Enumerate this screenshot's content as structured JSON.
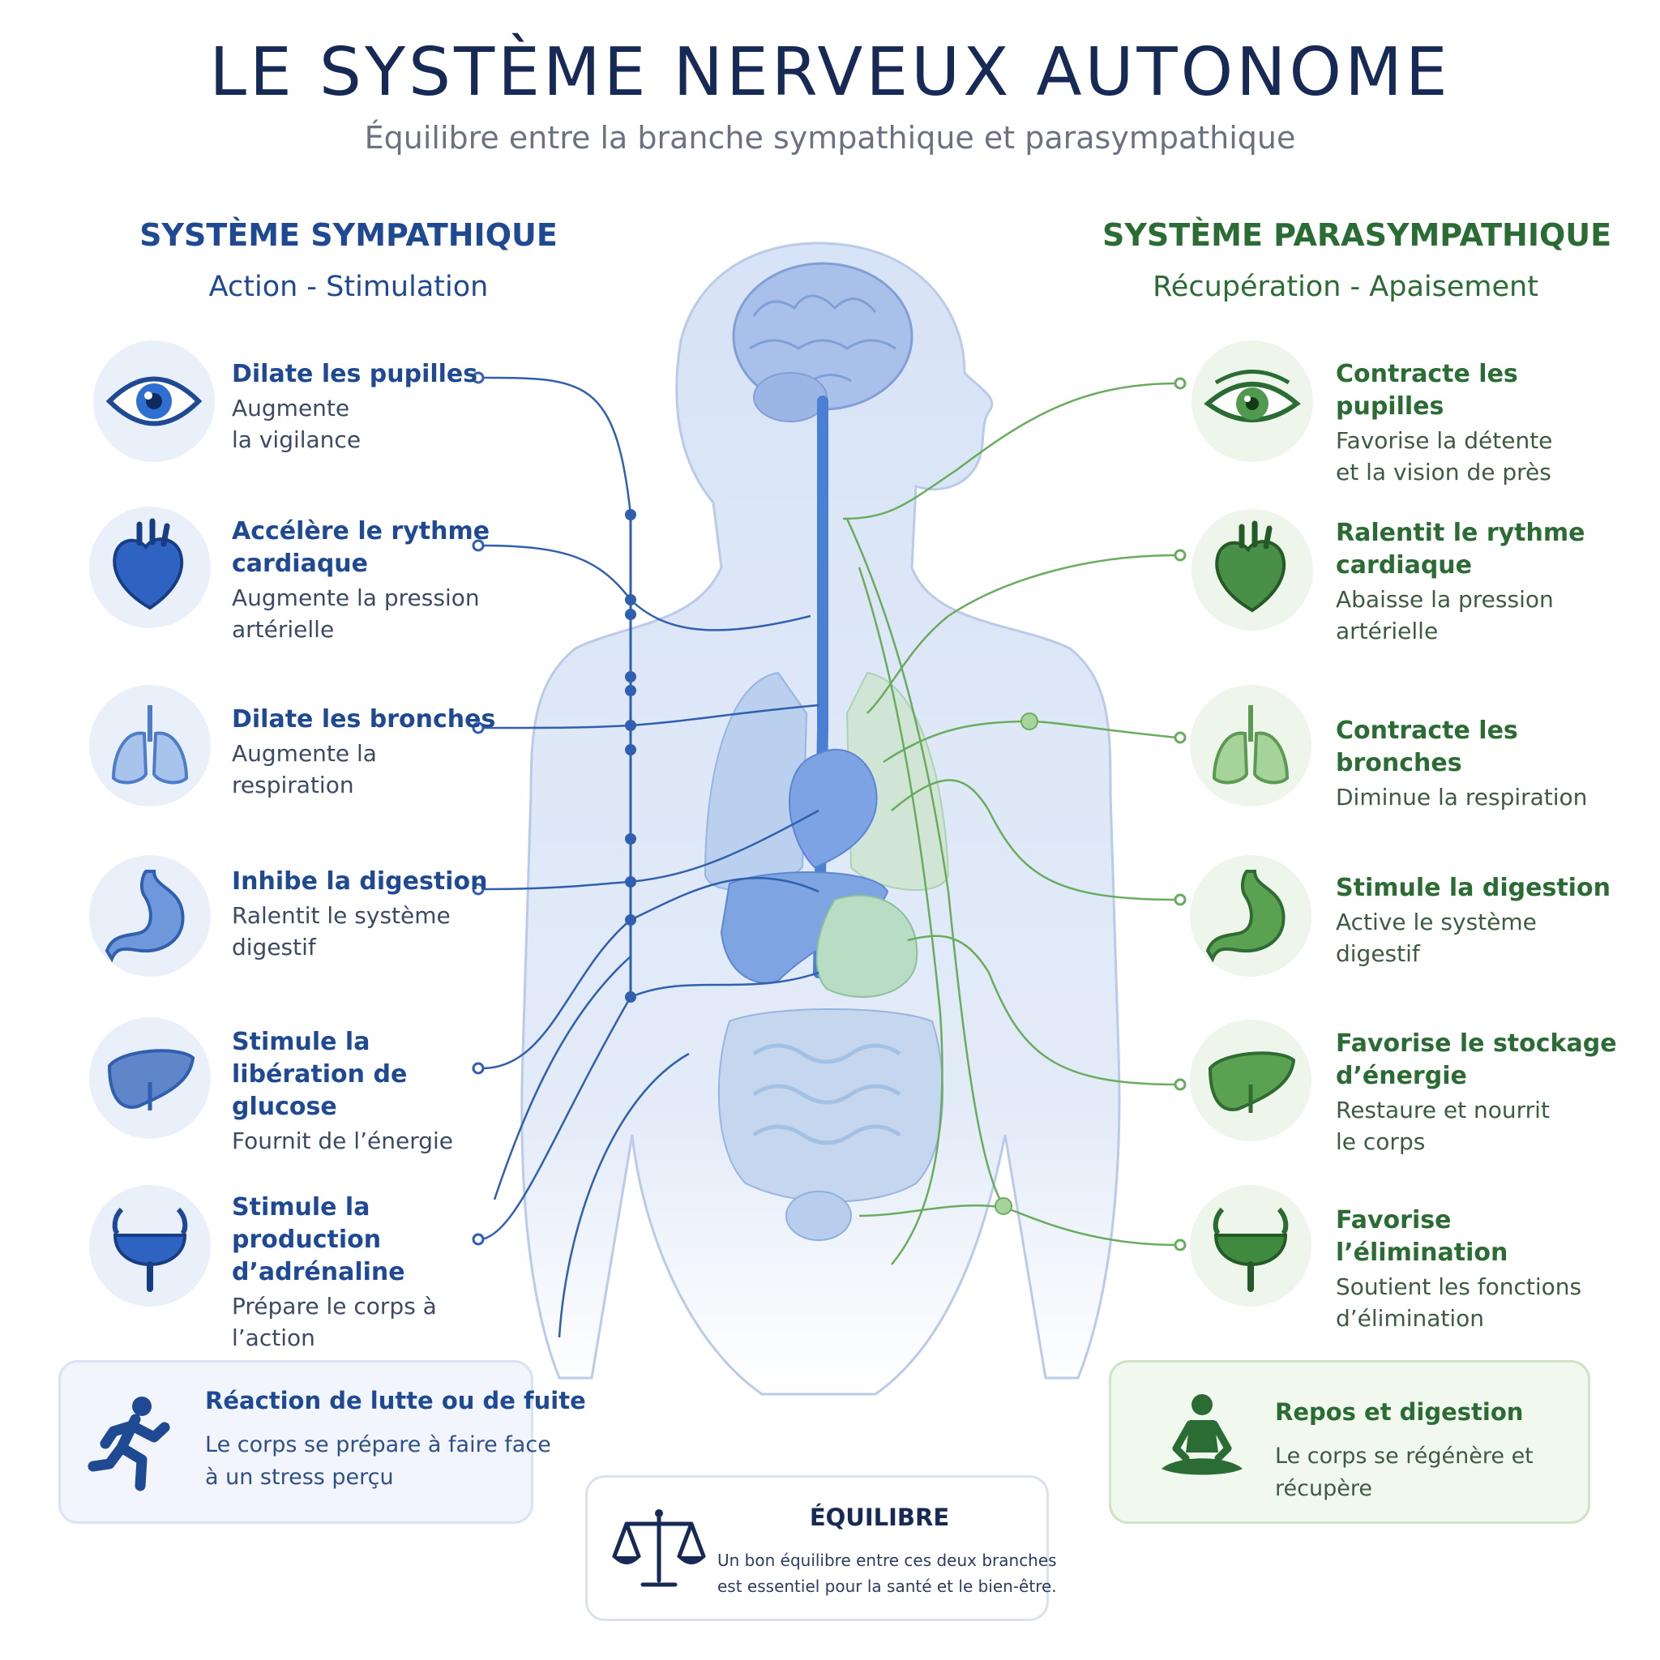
{
  "header": {
    "title": "LE SYSTÈME NERVEUX AUTONOME",
    "subtitle": "Équilibre entre la branche sympathique et parasympathique"
  },
  "sympathetic": {
    "heading": "SYSTÈME SYMPATHIQUE",
    "subheading": "Action - Stimulation",
    "color": "#1f4a93",
    "items": [
      {
        "icon": "eye-icon",
        "title": "Dilate les pupilles",
        "desc": [
          "Augmente",
          "la vigilance"
        ]
      },
      {
        "icon": "heart-icon",
        "title": "Accélère le rythme cardiaque",
        "desc": [
          "Augmente la pression",
          "artérielle"
        ]
      },
      {
        "icon": "lungs-icon",
        "title": "Dilate les bronches",
        "desc": [
          "Augmente la",
          "respiration"
        ]
      },
      {
        "icon": "stomach-icon",
        "title": "Inhibe la digestion",
        "desc": [
          "Ralentit le système",
          "digestif"
        ]
      },
      {
        "icon": "liver-icon",
        "title": "Stimule la libération de glucose",
        "desc": [
          "Fournit de l’énergie"
        ]
      },
      {
        "icon": "bladder-icon",
        "title": "Stimule la production d’adrénaline",
        "desc": [
          "Prépare le corps à",
          "l’action"
        ]
      }
    ]
  },
  "parasympathetic": {
    "heading": "SYSTÈME PARASYMPATHIQUE",
    "subheading": "Récupération - Apaisement",
    "color": "#2b6b34",
    "items": [
      {
        "icon": "eye-icon",
        "title": "Contracte les pupilles",
        "desc": [
          "Favorise la détente",
          "et la vision de près"
        ]
      },
      {
        "icon": "heart-icon",
        "title": "Ralentit le rythme cardiaque",
        "desc": [
          "Abaisse la pression",
          "artérielle"
        ]
      },
      {
        "icon": "lungs-icon",
        "title": "Contracte les bronches",
        "desc": [
          "Diminue la respiration"
        ]
      },
      {
        "icon": "stomach-icon",
        "title": "Stimule la digestion",
        "desc": [
          "Active le système",
          "digestif"
        ]
      },
      {
        "icon": "liver-icon",
        "title": "Favorise le stockage d’énergie",
        "desc": [
          "Restaure et nourrit",
          "le corps"
        ]
      },
      {
        "icon": "bladder-icon",
        "title": "Favorise l’élimination",
        "desc": [
          "Soutient les fonctions",
          "d’élimination"
        ]
      }
    ]
  },
  "bottom": {
    "fight": {
      "icon": "running-person-icon",
      "title": "Réaction de lutte ou de fuite",
      "desc": [
        "Le corps se prépare à faire face",
        "à un stress perçu"
      ]
    },
    "balance": {
      "icon": "scales-icon",
      "title": "ÉQUILIBRE",
      "desc": [
        "Un bon équilibre entre ces deux branches",
        "est essentiel pour la santé et le bien-être."
      ]
    },
    "rest": {
      "icon": "meditating-person-icon",
      "title": "Repos et digestion",
      "desc": [
        "Le corps se régénère et",
        "récupère"
      ]
    }
  }
}
